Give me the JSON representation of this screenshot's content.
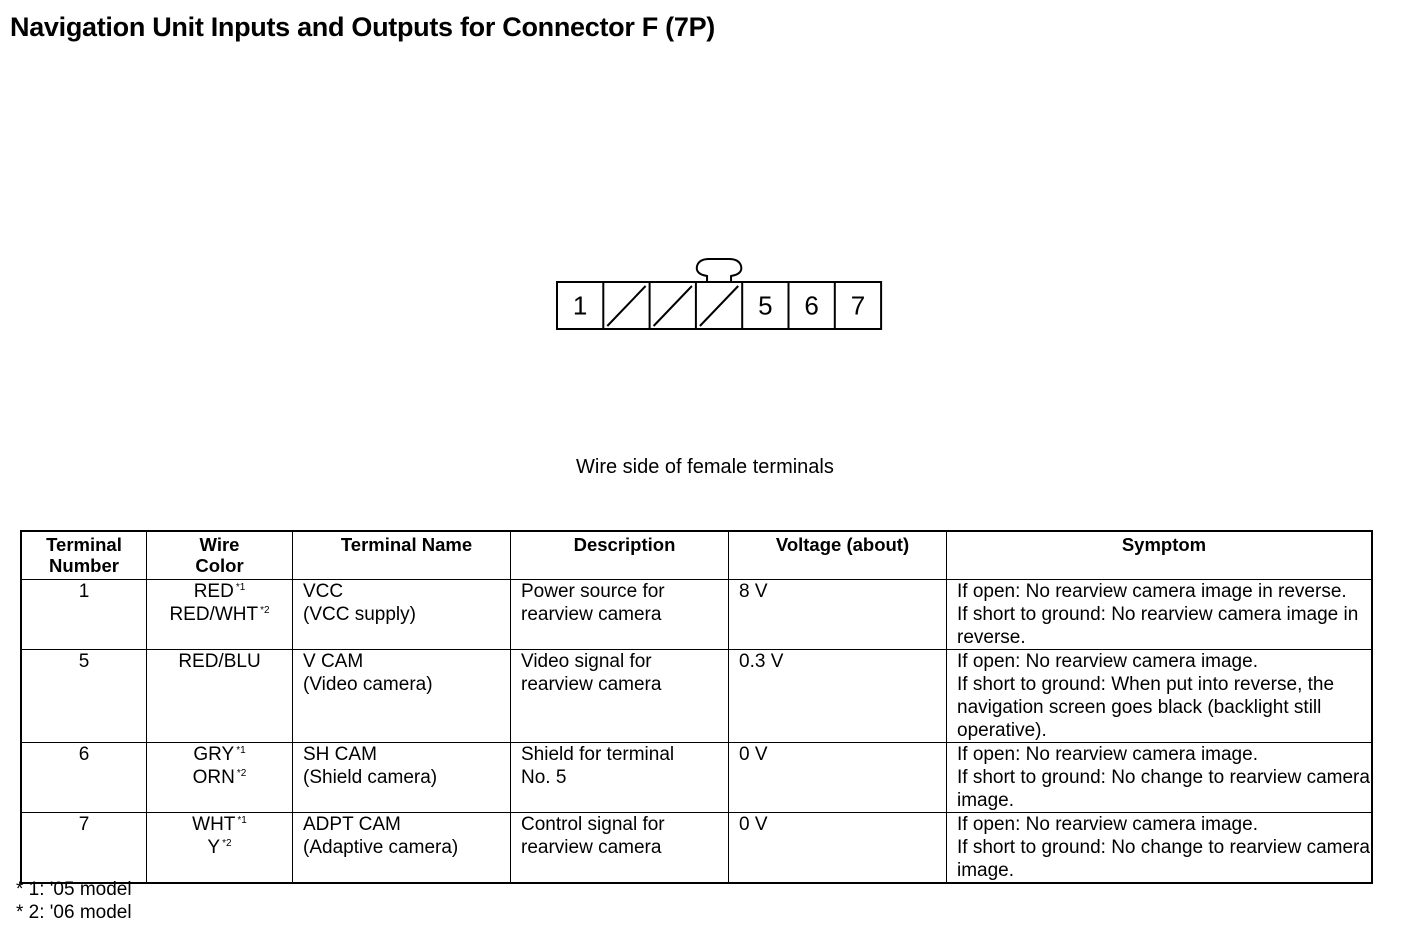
{
  "title": "Navigation Unit Inputs and Outputs for Connector F (7P)",
  "connector": {
    "cells": [
      {
        "label": "1",
        "blocked": false
      },
      {
        "label": "",
        "blocked": true
      },
      {
        "label": "",
        "blocked": true
      },
      {
        "label": "",
        "blocked": true
      },
      {
        "label": "5",
        "blocked": false
      },
      {
        "label": "6",
        "blocked": false
      },
      {
        "label": "7",
        "blocked": false
      }
    ],
    "caption": "Wire side of female terminals"
  },
  "table": {
    "headers": {
      "terminal_number": [
        "Terminal",
        "Number"
      ],
      "wire_color": [
        "Wire",
        "Color"
      ],
      "terminal_name": "Terminal Name",
      "description": "Description",
      "voltage": "Voltage (about)",
      "symptom": "Symptom"
    },
    "rows": [
      {
        "terminal": "1",
        "colors": [
          {
            "text": "RED",
            "note": "*1"
          },
          {
            "text": "RED/WHT",
            "note": "*2"
          }
        ],
        "name": [
          "VCC",
          "(VCC supply)"
        ],
        "description": [
          "Power source for",
          "rearview camera"
        ],
        "voltage": "8 V",
        "symptom": [
          "If open: No rearview camera image in reverse.",
          "If short to ground: No rearview camera image in reverse."
        ]
      },
      {
        "terminal": "5",
        "colors": [
          {
            "text": "RED/BLU",
            "note": ""
          }
        ],
        "name": [
          "V CAM",
          "(Video camera)"
        ],
        "description": [
          "Video signal for",
          "rearview camera"
        ],
        "voltage": "0.3 V",
        "symptom": [
          "If open: No rearview camera image.",
          "If short to ground: When put into reverse, the navigation screen goes black (backlight still operative)."
        ]
      },
      {
        "terminal": "6",
        "colors": [
          {
            "text": "GRY",
            "note": "*1"
          },
          {
            "text": "ORN",
            "note": "*2"
          }
        ],
        "name": [
          "SH CAM",
          "(Shield camera)"
        ],
        "description": [
          "Shield for terminal",
          "No. 5"
        ],
        "voltage": "0 V",
        "symptom": [
          "If open: No rearview camera image.",
          "If short to ground: No change to rearview camera image."
        ]
      },
      {
        "terminal": "7",
        "colors": [
          {
            "text": "WHT",
            "note": "*1"
          },
          {
            "text": "Y",
            "note": "*2"
          }
        ],
        "name": [
          "ADPT CAM",
          "(Adaptive camera)"
        ],
        "description": [
          "Control signal for",
          "rearview camera"
        ],
        "voltage": "0 V",
        "symptom": [
          "If open: No rearview camera image.",
          "If short to ground: No change to rearview camera image."
        ]
      }
    ]
  },
  "footnotes": [
    "* 1: '05 model",
    "* 2: '06 model"
  ]
}
